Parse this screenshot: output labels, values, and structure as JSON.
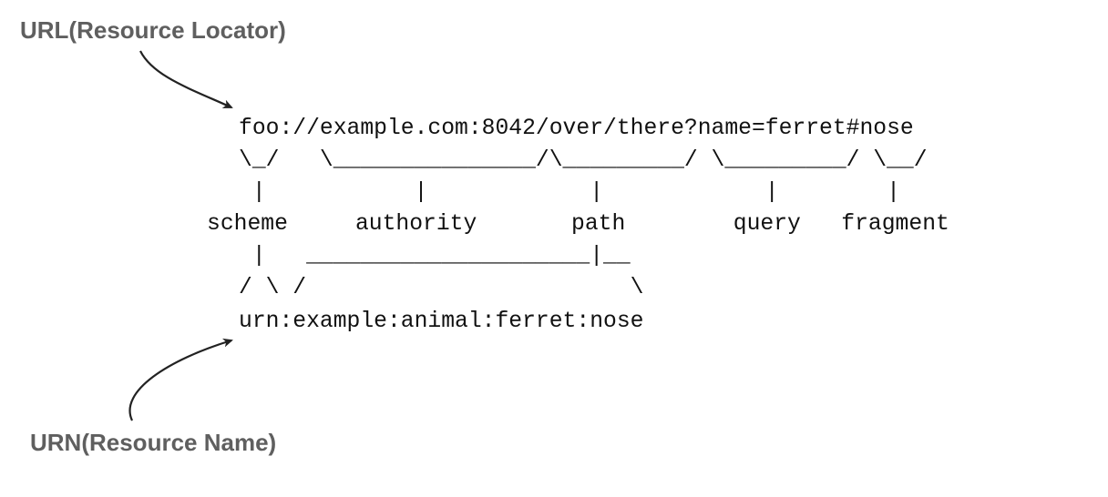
{
  "labels": {
    "url": "URL(Resource Locator)",
    "urn": "URN(Resource Name)"
  },
  "url_line": "foo://example.com:8042/over/there?name=ferret#nose",
  "ascii_rows": [
    "\\_/   \\_______________/\\_________/ \\_________/ \\__/",
    " |           |            |            |        |",
    "scheme     authority       path        query   fragment",
    " |   _____________________|__",
    "/ \\ /                        \\"
  ],
  "urn_line": "urn:example:animal:ferret:nose",
  "icons": [
    "curved-arrow-icon",
    "curved-arrow-icon"
  ]
}
